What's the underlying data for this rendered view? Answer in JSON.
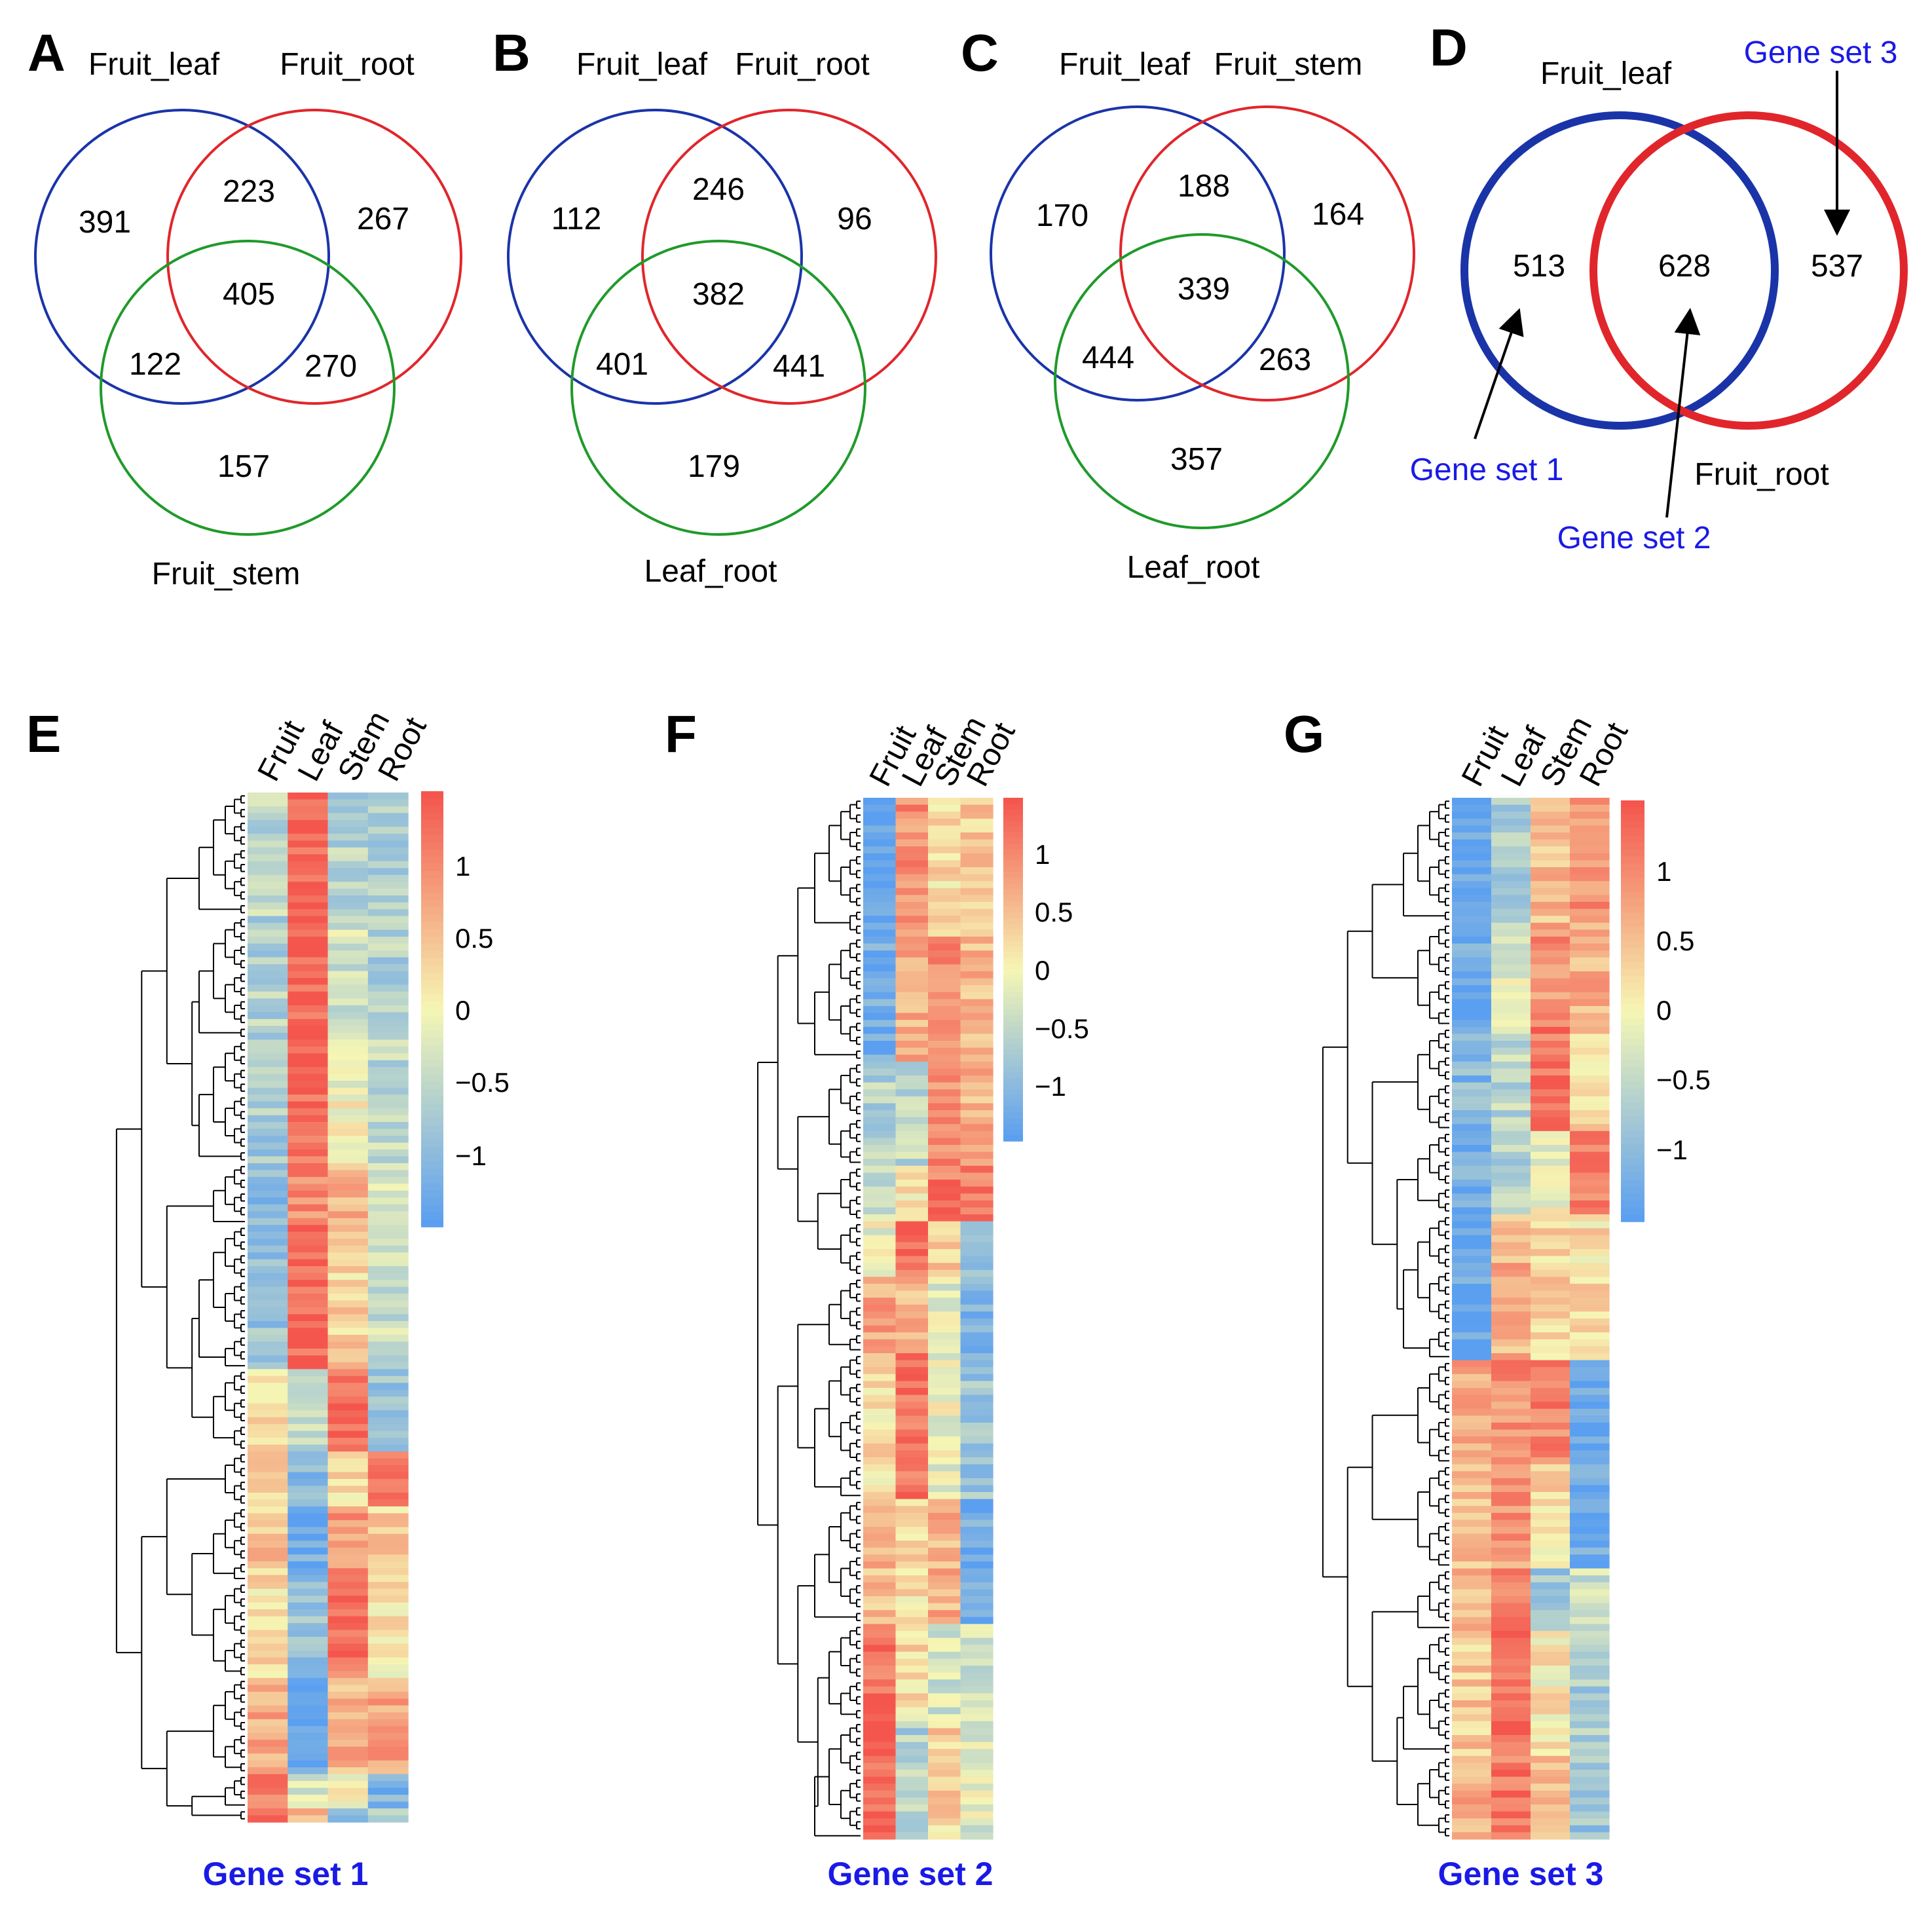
{
  "colors": {
    "blue_circle": "#1a34a8",
    "red_circle": "#e0262b",
    "green_circle": "#1f9a2a",
    "gene_set_text": "#1a1ae6",
    "heat_low": "#5b9ff0",
    "heat_mid": "#f6f6b4",
    "heat_high": "#f4564e"
  },
  "venn_panels": [
    {
      "letter": "A",
      "labels": [
        "Fruit_leaf",
        "Fruit_root",
        "Fruit_stem"
      ],
      "counts": [
        "391",
        "223",
        "267",
        "405",
        "122",
        "270",
        "157"
      ]
    },
    {
      "letter": "B",
      "labels": [
        "Fruit_leaf",
        "Fruit_root",
        "Leaf_root"
      ],
      "counts": [
        "112",
        "246",
        "96",
        "382",
        "401",
        "441",
        "179"
      ]
    },
    {
      "letter": "C",
      "labels": [
        "Fruit_leaf",
        "Fruit_stem",
        "Leaf_root"
      ],
      "counts": [
        "170",
        "188",
        "164",
        "339",
        "444",
        "263",
        "357"
      ]
    }
  ],
  "panel_d": {
    "letter": "D",
    "labels": [
      "Fruit_leaf",
      "Fruit_root"
    ],
    "counts": [
      "513",
      "628",
      "537"
    ],
    "gene_sets": [
      "Gene set 1",
      "Gene set 2",
      "Gene set 3"
    ]
  },
  "heatmap_panels": [
    {
      "letter": "E",
      "columns": [
        "Fruit",
        "Leaf",
        "Stem",
        "Root"
      ],
      "ticks": [
        "1",
        "0.5",
        "0",
        "−0.5",
        "−1"
      ],
      "caption": "Gene set 1",
      "blocks": [
        {
          "fraction": 0.12,
          "values": [
            -0.5,
            1.3,
            -0.6,
            -0.7
          ]
        },
        {
          "fraction": 0.12,
          "values": [
            -0.6,
            1.3,
            -0.3,
            -0.6
          ]
        },
        {
          "fraction": 0.12,
          "values": [
            -0.7,
            1.2,
            0.0,
            -0.5
          ]
        },
        {
          "fraction": 0.06,
          "values": [
            -0.9,
            0.9,
            0.6,
            -0.3
          ]
        },
        {
          "fraction": 0.14,
          "values": [
            -0.8,
            1.3,
            0.3,
            -0.4
          ]
        },
        {
          "fraction": 0.08,
          "values": [
            0.3,
            -0.4,
            1.3,
            -0.8
          ]
        },
        {
          "fraction": 0.05,
          "values": [
            0.2,
            -0.9,
            0.2,
            1.1
          ]
        },
        {
          "fraction": 0.07,
          "values": [
            0.4,
            -1.2,
            0.8,
            0.3
          ]
        },
        {
          "fraction": 0.09,
          "values": [
            0.2,
            -0.8,
            1.1,
            0.1
          ]
        },
        {
          "fraction": 0.09,
          "values": [
            0.7,
            -1.3,
            0.6,
            0.7
          ]
        },
        {
          "fraction": 0.03,
          "values": [
            1.1,
            -0.2,
            0.1,
            -1.1
          ]
        },
        {
          "fraction": 0.03,
          "values": [
            1.2,
            0.5,
            -0.9,
            -0.4
          ]
        }
      ]
    },
    {
      "letter": "F",
      "columns": [
        "Fruit",
        "Leaf",
        "Stem",
        "Root"
      ],
      "ticks": [
        "1",
        "0.5",
        "0",
        "−0.5",
        "−1"
      ],
      "caption": "Gene set 2",
      "blocks": [
        {
          "fraction": 0.13,
          "values": [
            -1.3,
            0.9,
            0.2,
            0.4
          ]
        },
        {
          "fraction": 0.12,
          "values": [
            -1.2,
            0.6,
            0.9,
            0.5
          ]
        },
        {
          "fraction": 0.1,
          "values": [
            -0.6,
            -0.5,
            0.9,
            0.6
          ]
        },
        {
          "fraction": 0.05,
          "values": [
            -0.4,
            0.1,
            1.1,
            1.0
          ]
        },
        {
          "fraction": 0.05,
          "values": [
            -0.1,
            1.2,
            0.4,
            -1.0
          ]
        },
        {
          "fraction": 0.07,
          "values": [
            0.7,
            0.6,
            -0.2,
            -1.0
          ]
        },
        {
          "fraction": 0.14,
          "values": [
            0.2,
            1.2,
            -0.1,
            -0.8
          ]
        },
        {
          "fraction": 0.12,
          "values": [
            0.5,
            0.2,
            0.6,
            -1.2
          ]
        },
        {
          "fraction": 0.09,
          "values": [
            1.2,
            0.2,
            -0.3,
            -0.3
          ]
        },
        {
          "fraction": 0.13,
          "values": [
            1.3,
            -0.6,
            0.3,
            -0.2
          ]
        }
      ]
    },
    {
      "letter": "G",
      "columns": [
        "Fruit",
        "Leaf",
        "Stem",
        "Root"
      ],
      "ticks": [
        "1",
        "0.5",
        "0",
        "−0.5",
        "−1"
      ],
      "caption": "Gene set 3",
      "blocks": [
        {
          "fraction": 0.12,
          "values": [
            -1.2,
            -0.7,
            0.5,
            0.9
          ]
        },
        {
          "fraction": 0.1,
          "values": [
            -1.2,
            -0.2,
            0.9,
            0.6
          ]
        },
        {
          "fraction": 0.1,
          "values": [
            -1.0,
            -0.5,
            1.1,
            0.3
          ]
        },
        {
          "fraction": 0.08,
          "values": [
            -1.2,
            -0.6,
            -0.1,
            1.1
          ]
        },
        {
          "fraction": 0.14,
          "values": [
            -1.3,
            0.6,
            0.3,
            0.2
          ]
        },
        {
          "fraction": 0.1,
          "values": [
            0.7,
            0.9,
            1.0,
            -1.3
          ]
        },
        {
          "fraction": 0.1,
          "values": [
            0.5,
            0.8,
            0.2,
            -1.2
          ]
        },
        {
          "fraction": 0.06,
          "values": [
            0.6,
            1.1,
            -0.8,
            -0.4
          ]
        },
        {
          "fraction": 0.12,
          "values": [
            0.4,
            1.2,
            0.1,
            -0.7
          ]
        },
        {
          "fraction": 0.08,
          "values": [
            0.6,
            1.1,
            0.4,
            -0.8
          ]
        }
      ]
    }
  ]
}
